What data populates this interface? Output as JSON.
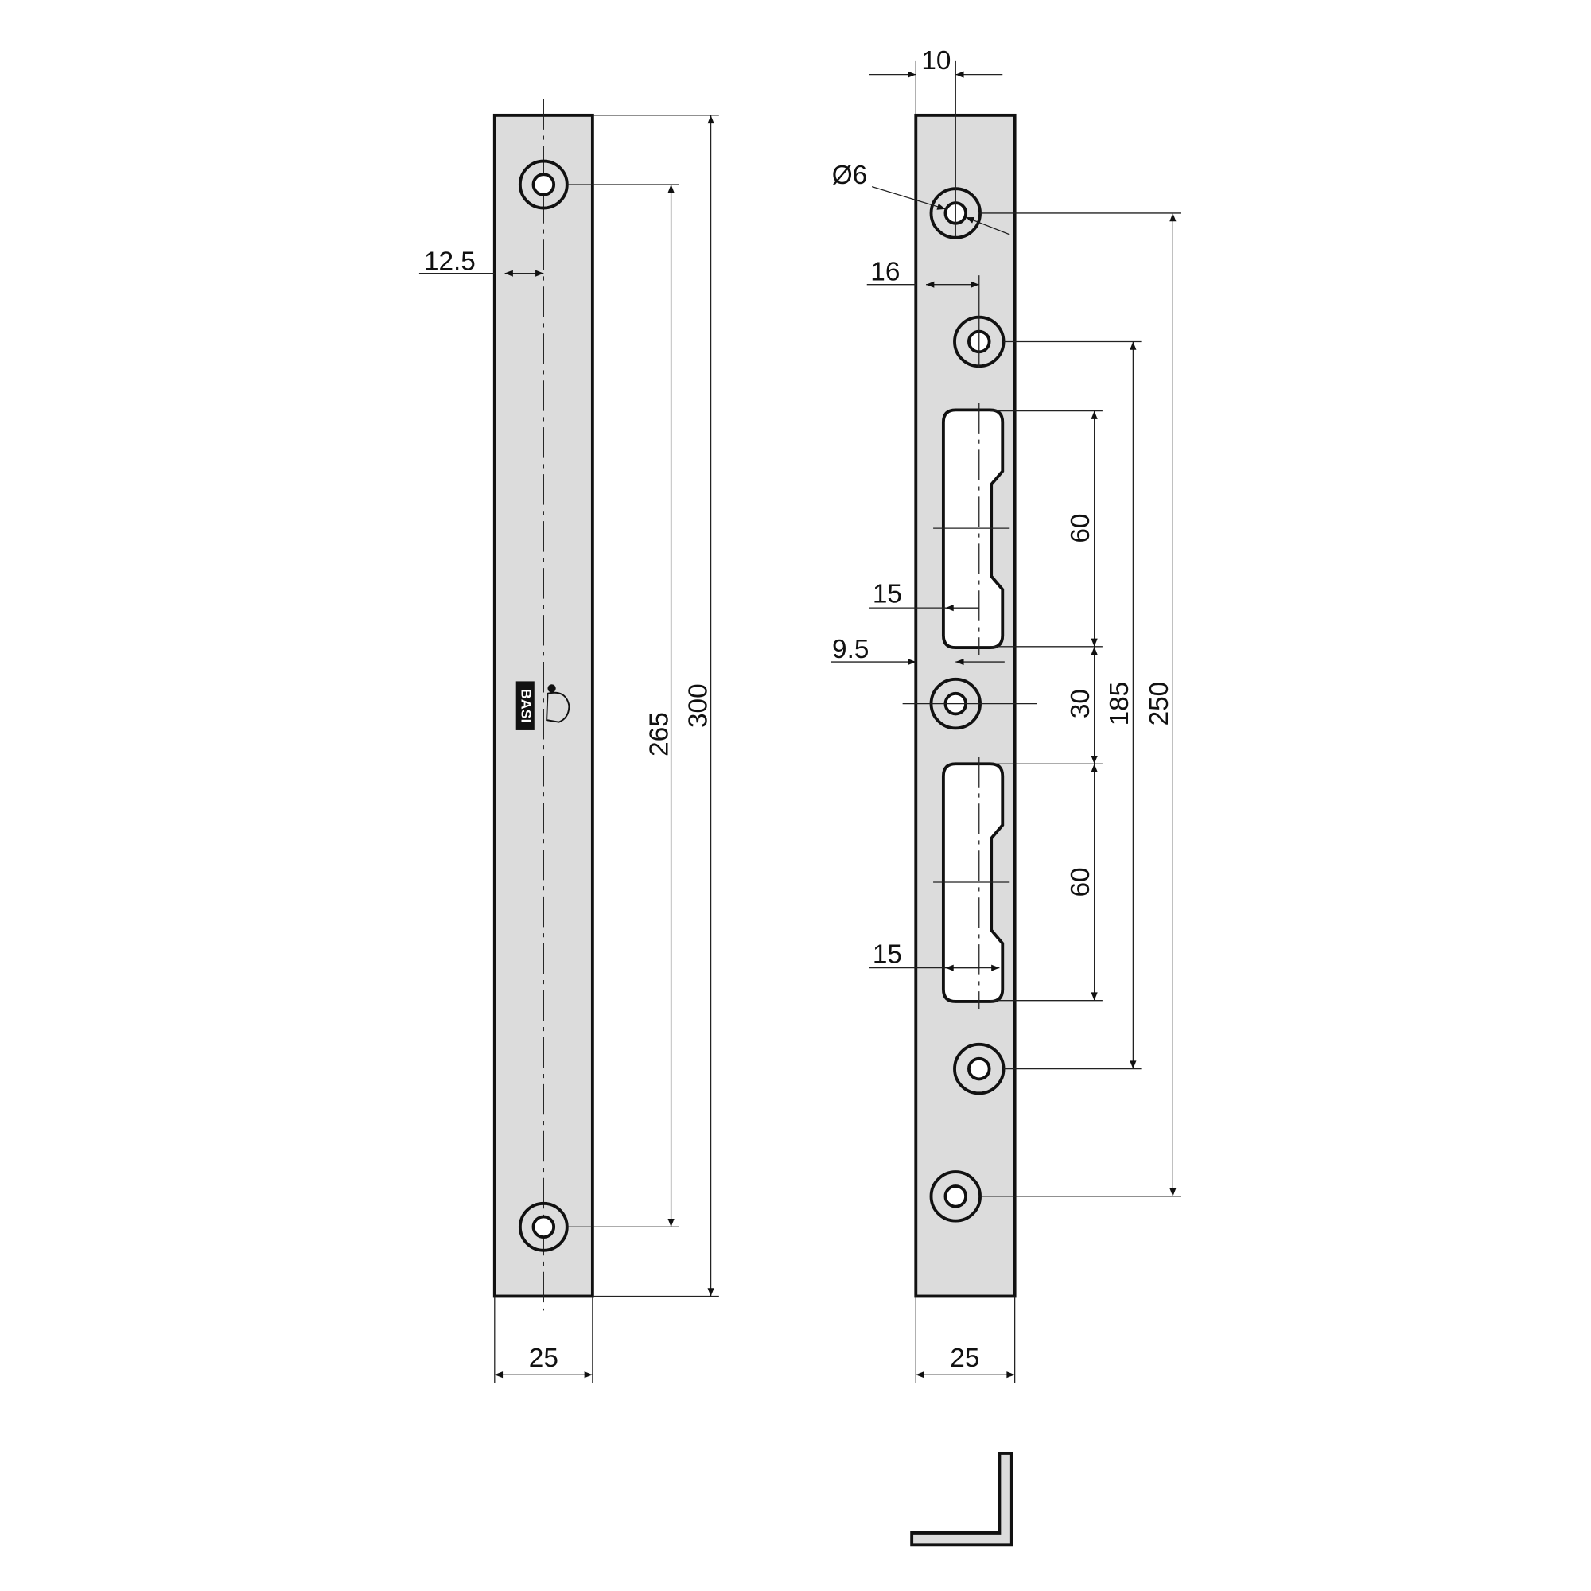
{
  "left_view": {
    "width": "25",
    "length": "300",
    "hole_spacing": "265",
    "center_offset": "12.5",
    "logo": "BASI"
  },
  "right_view": {
    "width": "25",
    "hole_offset": "10",
    "hole_diameter": "Ø6",
    "offset_16": "16",
    "slot_width_top": "15",
    "slot_width_bottom": "15",
    "offset_9_5": "9.5",
    "slot_length_top": "60",
    "slot_length_bottom": "60",
    "slot_gap": "30",
    "inner_hole_spacing": "185",
    "outer_hole_spacing": "250"
  }
}
